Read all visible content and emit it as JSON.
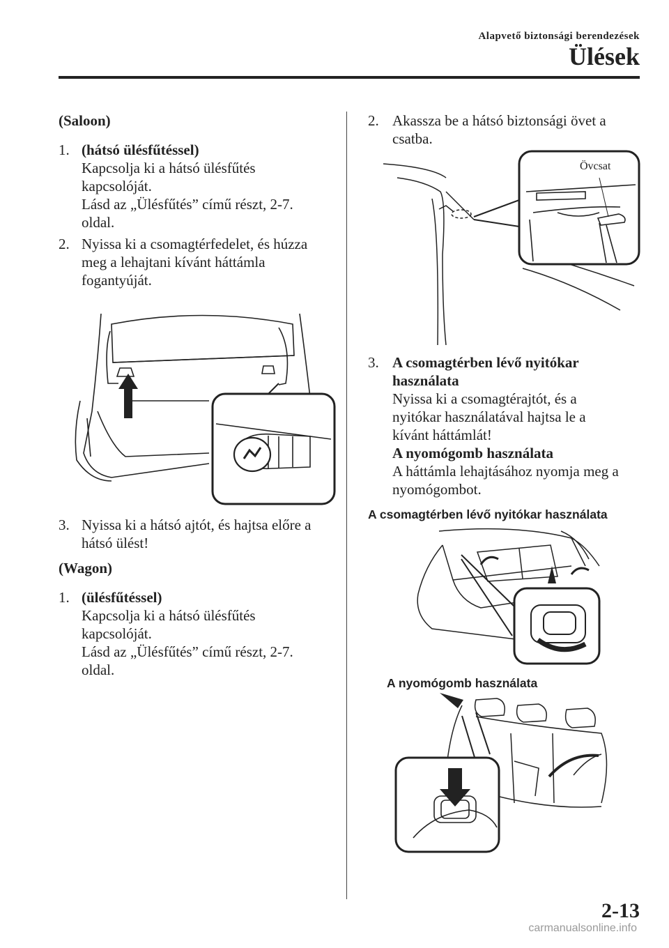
{
  "header": {
    "section": "Alapvető biztonsági berendezések",
    "title": "Ülések"
  },
  "left": {
    "saloon_heading": "(Saloon)",
    "s1_num": "1.",
    "s1_title": "(hátsó ülésfűtéssel)",
    "s1_line1": "Kapcsolja ki a hátsó ülésfűtés",
    "s1_line2": "kapcsolóját.",
    "s1_line3": "Lásd az „Ülésfűtés” című részt, 2-7.",
    "s1_line4": "oldal.",
    "s2_num": "2.",
    "s2_line1": "Nyissa ki a csomagtérfedelet, és húzza",
    "s2_line2": "meg a lehajtani kívánt háttámla",
    "s2_line3": "fogantyúját.",
    "s3_num": "3.",
    "s3_line1": "Nyissa ki a hátsó ajtót, és hajtsa előre a",
    "s3_line2": "hátsó ülést!",
    "wagon_heading": "(Wagon)",
    "w1_num": "1.",
    "w1_title": "(ülésfűtéssel)",
    "w1_line1": "Kapcsolja ki a hátsó ülésfűtés",
    "w1_line2": "kapcsolóját.",
    "w1_line3": "Lásd az „Ülésfűtés” című részt, 2-7.",
    "w1_line4": "oldal."
  },
  "right": {
    "r2_num": "2.",
    "r2_line1": "Akassza be a hátsó biztonsági övet a",
    "r2_line2": "csatba.",
    "belt_callout": "Övcsat",
    "r3_num": "3.",
    "r3_title1": "A csomagtérben lévő nyitókar",
    "r3_title2": "használata",
    "r3_line1": "Nyissa ki a csomagtérajtót, és a",
    "r3_line2": "nyitókar használatával hajtsa le a",
    "r3_line3": "kívánt háttámlát!",
    "r3_sub_title": "A nyomógomb használata",
    "r3_line4": "A háttámla lehajtásához nyomja meg a",
    "r3_line5": "nyomógombot.",
    "fig_caption_lever": "A csomagtérben lévő nyitókar használata",
    "fig_caption_button": "A nyomógomb használata"
  },
  "footer": {
    "page_number": "2-13",
    "watermark": "carmanualsonline.info"
  }
}
